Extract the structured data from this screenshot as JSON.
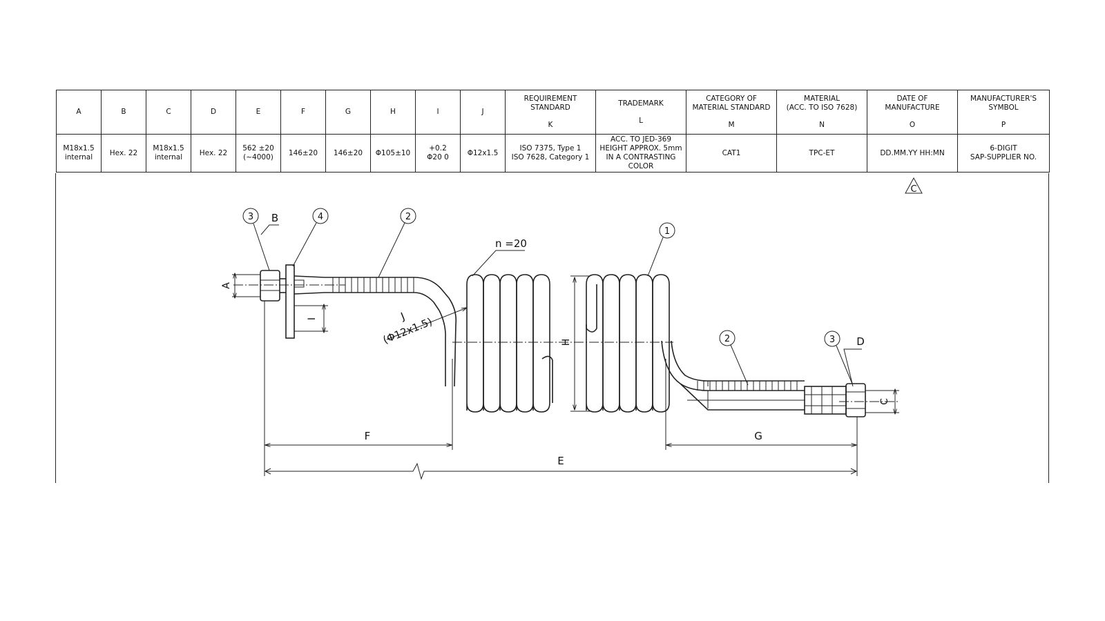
{
  "table": {
    "headers": [
      {
        "name": "A",
        "letter": ""
      },
      {
        "name": "B",
        "letter": ""
      },
      {
        "name": "C",
        "letter": ""
      },
      {
        "name": "D",
        "letter": ""
      },
      {
        "name": "E",
        "letter": ""
      },
      {
        "name": "F",
        "letter": ""
      },
      {
        "name": "G",
        "letter": ""
      },
      {
        "name": "H",
        "letter": ""
      },
      {
        "name": "I",
        "letter": ""
      },
      {
        "name": "J",
        "letter": ""
      },
      {
        "name": "REQUIREMENT\nSTANDARD",
        "letter": "K"
      },
      {
        "name": "TRADEMARK",
        "letter": "L"
      },
      {
        "name": "CATEGORY OF\nMATERIAL STANDARD",
        "letter": "M"
      },
      {
        "name": "MATERIAL\n(ACC. TO ISO 7628)",
        "letter": "N"
      },
      {
        "name": "DATE OF MANUFACTURE",
        "letter": "O"
      },
      {
        "name": "MANUFACTURER'S\nSYMBOL",
        "letter": "P"
      }
    ],
    "values": [
      "M18x1.5\ninternal",
      "Hex. 22",
      "M18x1.5\ninternal",
      "Hex. 22",
      "562 ±20\n(~4000)",
      "146±20",
      "146±20",
      "Φ105±10",
      "+0.2\nΦ20  0",
      "Φ12x1.5",
      "ISO 7375, Type 1\nISO 7628, Category 1",
      "ACC. TO JED-369\nHEIGHT APPROX. 5mm\nIN A CONTRASTING\nCOLOR",
      "CAT1",
      "TPC-ET",
      "DD.MM.YY HH:MN",
      "6-DIGIT\nSAP-SUPPLIER NO."
    ]
  },
  "drawing": {
    "balloons": [
      "3",
      "4",
      "2",
      "1",
      "2",
      "3"
    ],
    "revision_mark": "C",
    "coil_count": "n =20",
    "tube_spec_letter": "J",
    "tube_spec": "(Φ12x1.5)",
    "dim_labels": {
      "A": "A",
      "B": "B",
      "C": "C",
      "D": "D",
      "E": "E",
      "F": "F",
      "G": "G",
      "H": "H",
      "I": "I"
    }
  }
}
